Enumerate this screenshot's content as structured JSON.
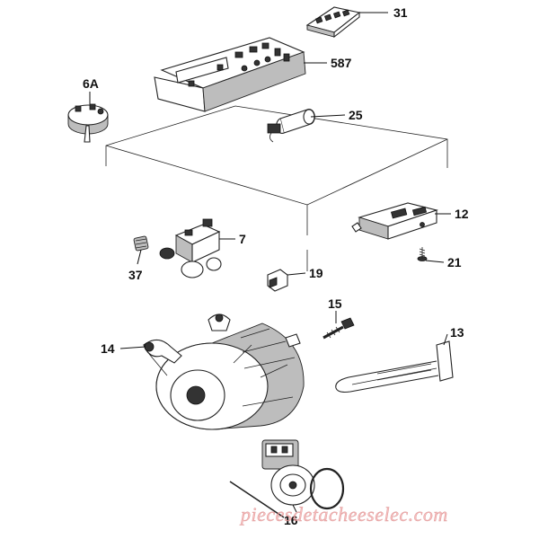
{
  "parts": [
    {
      "id": "31",
      "name": "part-31"
    },
    {
      "id": "587",
      "name": "part-587"
    },
    {
      "id": "6A",
      "name": "part-6a"
    },
    {
      "id": "25",
      "name": "part-25"
    },
    {
      "id": "12",
      "name": "part-12"
    },
    {
      "id": "7",
      "name": "part-7"
    },
    {
      "id": "21",
      "name": "part-21"
    },
    {
      "id": "37",
      "name": "part-37"
    },
    {
      "id": "19",
      "name": "part-19"
    },
    {
      "id": "15",
      "name": "part-15"
    },
    {
      "id": "13",
      "name": "part-13"
    },
    {
      "id": "14",
      "name": "part-14"
    },
    {
      "id": "16",
      "name": "part-16"
    }
  ],
  "watermark": "piecesdetacheeselec.com"
}
